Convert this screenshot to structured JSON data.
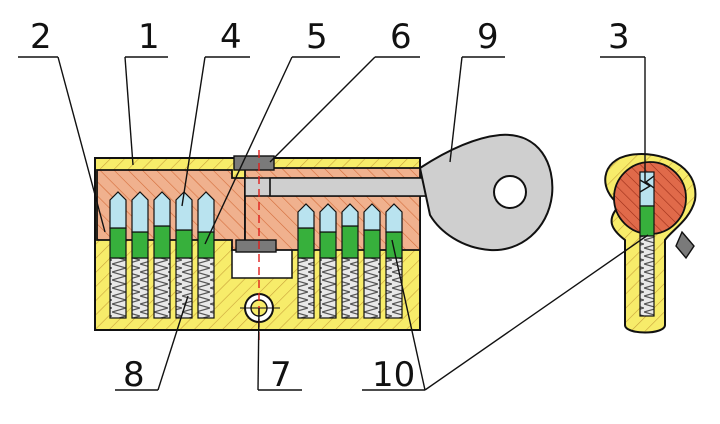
{
  "labels": {
    "l1": "1",
    "l2": "2",
    "l3": "3",
    "l4": "4",
    "l5": "5",
    "l6": "6",
    "l7": "7",
    "l8": "8",
    "l9": "9",
    "l10": "10"
  },
  "colors": {
    "body_yellow": "#f7ec6a",
    "plug_orange": "#f0b18e",
    "driver_blue": "#b9e3ef",
    "key_pin_green": "#37b03c",
    "spring_grey": "#d9d9d9",
    "key_grey": "#cfcfcf",
    "cam_grey": "#7a7a7a",
    "cam_red": "#e06a4a",
    "outline": "#111111",
    "axis_red": "#e0201c"
  },
  "parts": {
    "cylinder_body": "cylinder-body",
    "plug": "plug",
    "key": "key",
    "cam": "cam",
    "springs": "springs",
    "driver_pins": "driver-pins",
    "key_pins": "key-pins"
  }
}
